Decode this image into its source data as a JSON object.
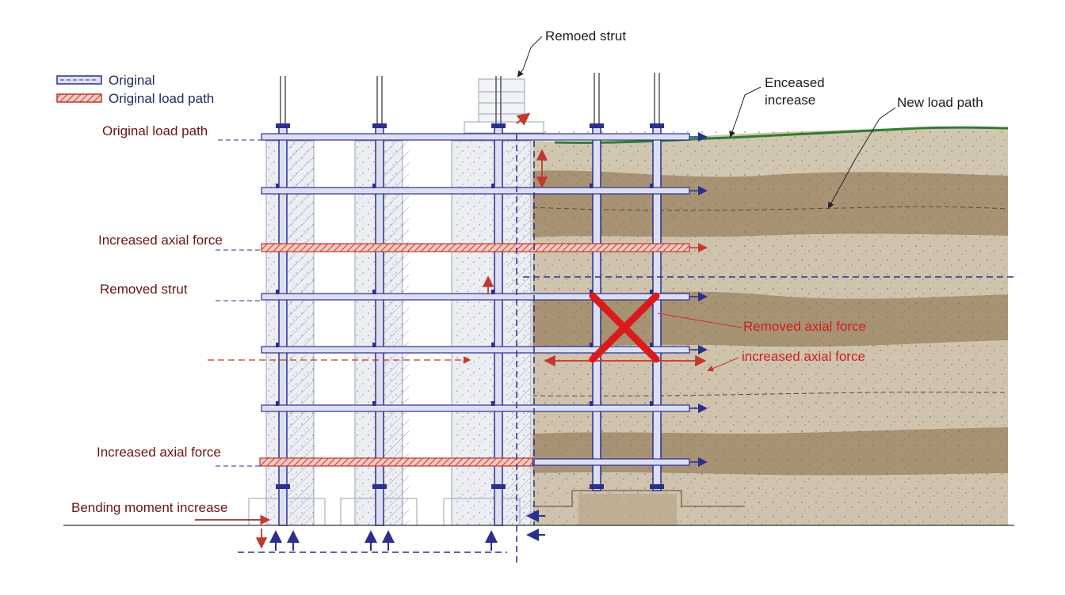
{
  "legend": {
    "original_label": "Original",
    "original_load_path_label": "Original load path",
    "original_color": "#2b2f8f",
    "load_path_color": "#c0392b"
  },
  "labels": {
    "removed_strut_top": "Remoed strut",
    "enceased_increase_line1": "Enceased",
    "enceased_increase_line2": "increase",
    "new_load_path": "New load path",
    "original_load_path": "Original load path",
    "increased_axial_force_upper": "Increased axial force",
    "removed_strut_left": "Removed strut",
    "removed_axial_force": "Removed axial force",
    "increased_axial_force_right": "increased axial force",
    "increased_axial_force_lower": "Increased axial force",
    "bending_moment_increase": "Bending moment increase"
  },
  "colors": {
    "frame_blue": "#2b2f8f",
    "strut_fill": "#dcdff0",
    "load_red": "#c0392b",
    "soil_light": "#cfc3ad",
    "soil_dark": "#a89274",
    "ground_line_green": "#2e7d32",
    "cross_red": "#d81b1b",
    "text_maroon": "#6b1414"
  }
}
